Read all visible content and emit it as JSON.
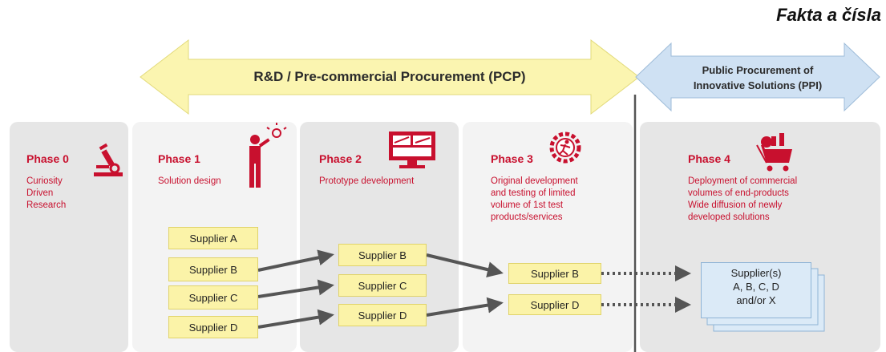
{
  "header": {
    "title": "Fakta a čísla"
  },
  "top_arrows": {
    "rd_pcp": "R&D / Pre-commercial Procurement (PCP)",
    "ppi_line1": "Public Procurement of",
    "ppi_line2": "Innovative Solutions (PPI)"
  },
  "phases": [
    {
      "title": "Phase 0",
      "desc": [
        "Curiosity",
        "Driven",
        "Research"
      ],
      "icon": "microscope-icon"
    },
    {
      "title": "Phase 1",
      "desc": [
        "Solution design"
      ],
      "icon": "person-lightbulb-icon"
    },
    {
      "title": "Phase 2",
      "desc": [
        "Prototype development"
      ],
      "icon": "monitor-prototype-icon"
    },
    {
      "title": "Phase 3",
      "desc": [
        "Original development",
        "and testing of limited",
        "volume of 1st test",
        "products/services"
      ],
      "icon": "gear-runner-icon"
    },
    {
      "title": "Phase 4",
      "desc": [
        "Deployment of commercial",
        "volumes of end-products",
        "Wide diffusion of newly",
        "developed solutions"
      ],
      "icon": "shopping-cart-icon"
    }
  ],
  "suppliers": {
    "phase1": [
      "Supplier A",
      "Supplier B",
      "Supplier C",
      "Supplier D"
    ],
    "phase2": [
      "Supplier B",
      "Supplier C",
      "Supplier D"
    ],
    "phase3": [
      "Supplier B",
      "Supplier D"
    ],
    "phase4": [
      "Supplier(s)",
      "A, B, C, D",
      "and/or X"
    ]
  },
  "colors": {
    "accent_red": "#c8102e",
    "arrow_yellow": "#fbf5b0",
    "arrow_blue": "#cfe1f3",
    "panel_gray": "#ececec",
    "supplier_fill": "#fbf3a8"
  }
}
